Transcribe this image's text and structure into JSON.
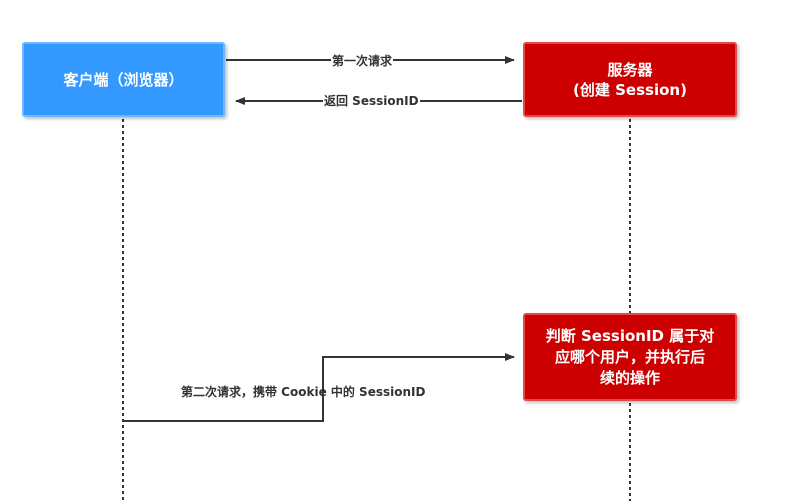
{
  "client_box": {
    "label": "客户端（浏览器）"
  },
  "server_box": {
    "line1": "服务器",
    "line2": "(创建 Session)"
  },
  "judge_box": {
    "line1": "判断 SessionID 属于对",
    "line2": "应哪个用户，并执行后",
    "line3": "续的操作"
  },
  "messages": {
    "first_request": "第一次请求",
    "return_session": "返回 SessionID",
    "second_request": "第二次请求，携带 Cookie 中的 SessionID"
  },
  "colors": {
    "client": "#3399ff",
    "server": "#cc0000",
    "line": "#333333"
  }
}
